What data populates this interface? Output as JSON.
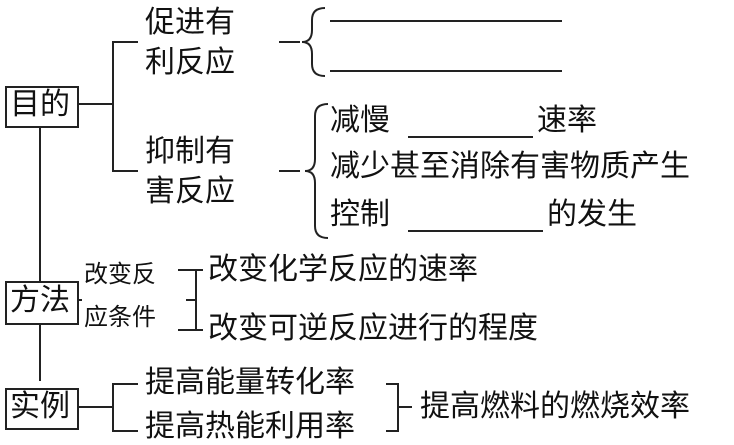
{
  "nodes": {
    "purpose": "目的",
    "method": "方法",
    "example": "实例",
    "promote_line1": "促进有",
    "promote_line2": "利反应",
    "suppress_line1": "抑制有",
    "suppress_line2": "害反应",
    "slow_prefix": "减慢",
    "slow_suffix": "速率",
    "reduce_text": "减少甚至消除有害物质产生",
    "control_prefix": "控制",
    "control_suffix": "的发生",
    "change_cond_line1": "改变反",
    "change_cond_line2": "应条件",
    "change_rate": "改变化学反应的速率",
    "change_degree": "改变可逆反应进行的程度",
    "conv_rate": "提高能量转化率",
    "heat_use": "提高热能利用率",
    "fuel_eff": "提高燃料的燃烧效率"
  },
  "colors": {
    "ink": "#111111",
    "line": "#222222",
    "background": "#ffffff"
  }
}
